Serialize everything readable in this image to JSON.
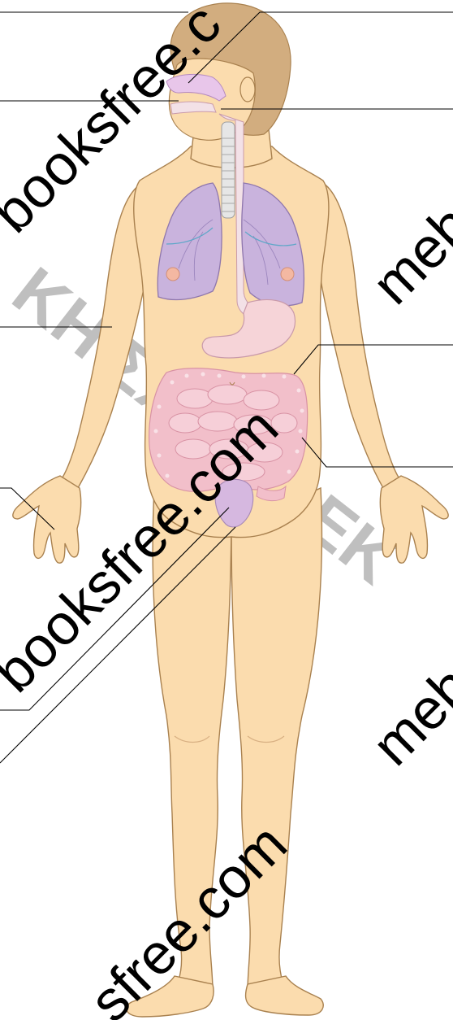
{
  "diagram": {
    "colors": {
      "skin": "#fbdcae",
      "skin_shade": "#eec48d",
      "skin_outline": "#a9814f",
      "hair": "#d2ad7f",
      "lungs": "#c9b3dd",
      "lungs_outline": "#8f77ad",
      "airway": "#f3e1e7",
      "stomach": "#f6d4d8",
      "intestine": "#f2bfca",
      "intestine_outline": "#d892a4",
      "bladder": "#d6b8e0",
      "leader_line": "#000000",
      "watermark": "#000000",
      "watermark_faint": "#bfbfbf"
    },
    "watermarks": {
      "booksfree_top": "booksfree.c",
      "booksfree_middle": "booksfree.com",
      "booksfree_bottom": "sfree.com",
      "meb_upper": "meb",
      "meb_lower": "meb",
      "greek_faint": "ΚΗ ΣΧΟΛΗ ΕΚ"
    }
  }
}
